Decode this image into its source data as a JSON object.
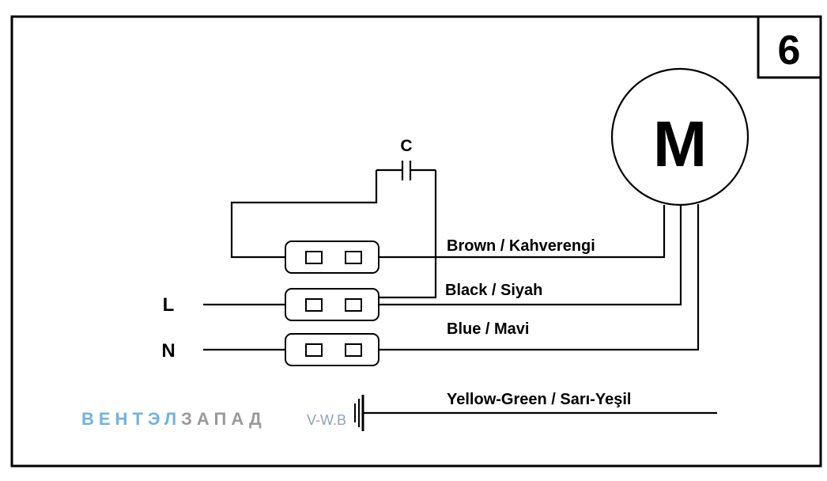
{
  "diagram": {
    "number": "6",
    "motor_label": "M",
    "capacitor_label": "C",
    "terminal_labels": {
      "line": "L",
      "neutral": "N"
    },
    "wires": {
      "brown": "Brown / Kahverengi",
      "black": "Black / Siyah",
      "blue": "Blue / Mavi",
      "ground": "Yellow-Green / Sarı-Yeşil"
    }
  },
  "branding": {
    "logo_part1": "ВЕНТЭЛ",
    "logo_part2": "ЗАПАД",
    "logo_part1_color": "#6fb4dd",
    "logo_part2_color": "#9a9a9a",
    "watermark": "V-W.B",
    "watermark_color": "#8ea2bd"
  }
}
